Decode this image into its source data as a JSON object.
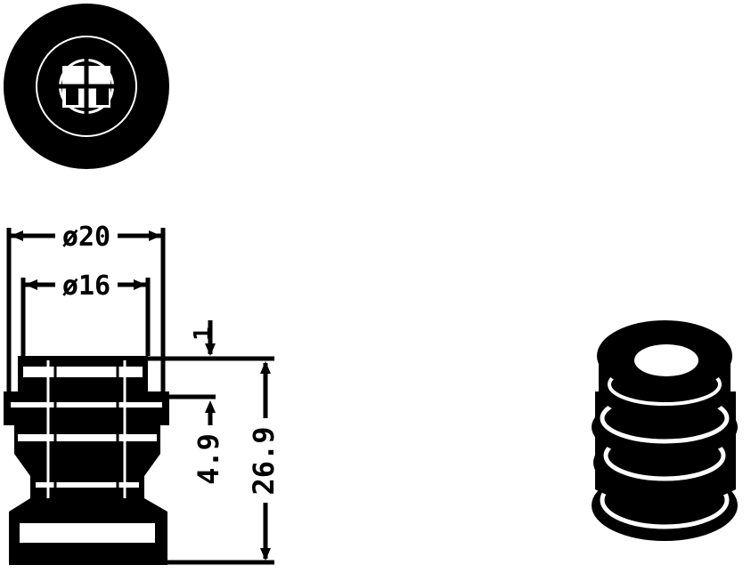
{
  "dimensions": {
    "outer_diameter": "ø20",
    "inner_diameter": "ø16",
    "lip_height": "4.9",
    "total_height": "26.9",
    "top_gap": "1"
  },
  "colors": {
    "ink": "#000000",
    "paper": "#ffffff"
  }
}
